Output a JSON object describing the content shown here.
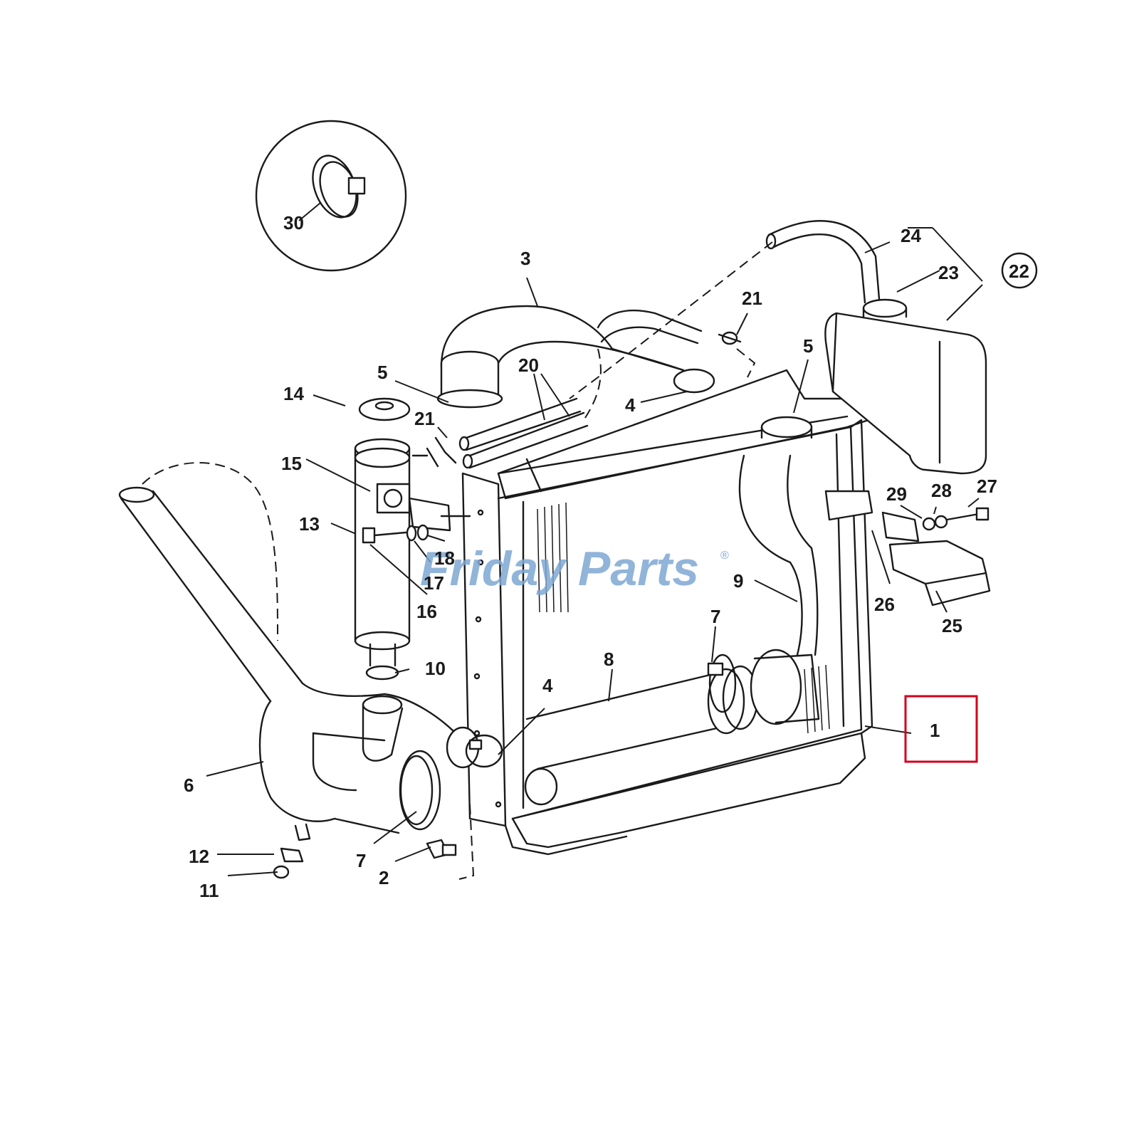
{
  "watermark": {
    "part1": "Friday",
    "part2": "Parts",
    "mark": "®"
  },
  "highlight_color": "#d0021b",
  "callouts": {
    "c1": "1",
    "c2": "2",
    "c3": "3",
    "c4a": "4",
    "c4b": "4",
    "c5a": "5",
    "c5b": "5",
    "c6": "6",
    "c7a": "7",
    "c7b": "7",
    "c8": "8",
    "c9": "9",
    "c10": "10",
    "c11": "11",
    "c12": "12",
    "c13": "13",
    "c14": "14",
    "c15": "15",
    "c16": "16",
    "c17": "17",
    "c18": "18",
    "c20": "20",
    "c21a": "21",
    "c21b": "21",
    "c22": "22",
    "c23": "23",
    "c24": "24",
    "c25": "25",
    "c26": "26",
    "c27": "27",
    "c28": "28",
    "c29": "29",
    "c30": "30"
  }
}
